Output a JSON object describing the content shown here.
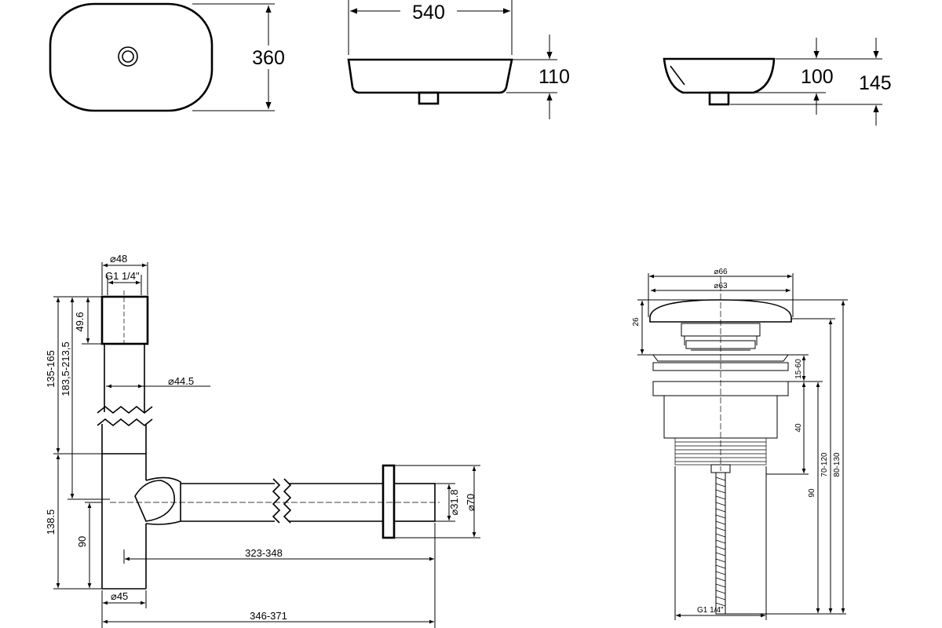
{
  "basin": {
    "top_view": {
      "width_label": "360"
    },
    "front_view": {
      "length_label": "540",
      "height_label": "110"
    },
    "side_view": {
      "height_label": "100",
      "total_label": "145"
    }
  },
  "siphon": {
    "top_diameter": "⌀48",
    "thread": "G1 1/4\"",
    "top_section": "49.6",
    "tube_diameter": "⌀44.5",
    "range_outer": "135-165",
    "range_inner": "183,5-213,5",
    "lower_height": "138.5",
    "outlet_height": "90",
    "bottom_diameter": "⌀45",
    "outlet_inner_diameter": "⌀31.8",
    "outlet_flange_diameter": "⌀70",
    "horizontal_inner": "323-348",
    "horizontal_outer": "346-371"
  },
  "drain": {
    "cap_outer": "⌀66",
    "cap_inner": "⌀63",
    "cap_height": "26",
    "clamp_range": "15-60",
    "body_height": "40",
    "stem_height": "90",
    "range_mid": "70-120",
    "range_total": "80-130",
    "thread": "G1 1/4\""
  }
}
